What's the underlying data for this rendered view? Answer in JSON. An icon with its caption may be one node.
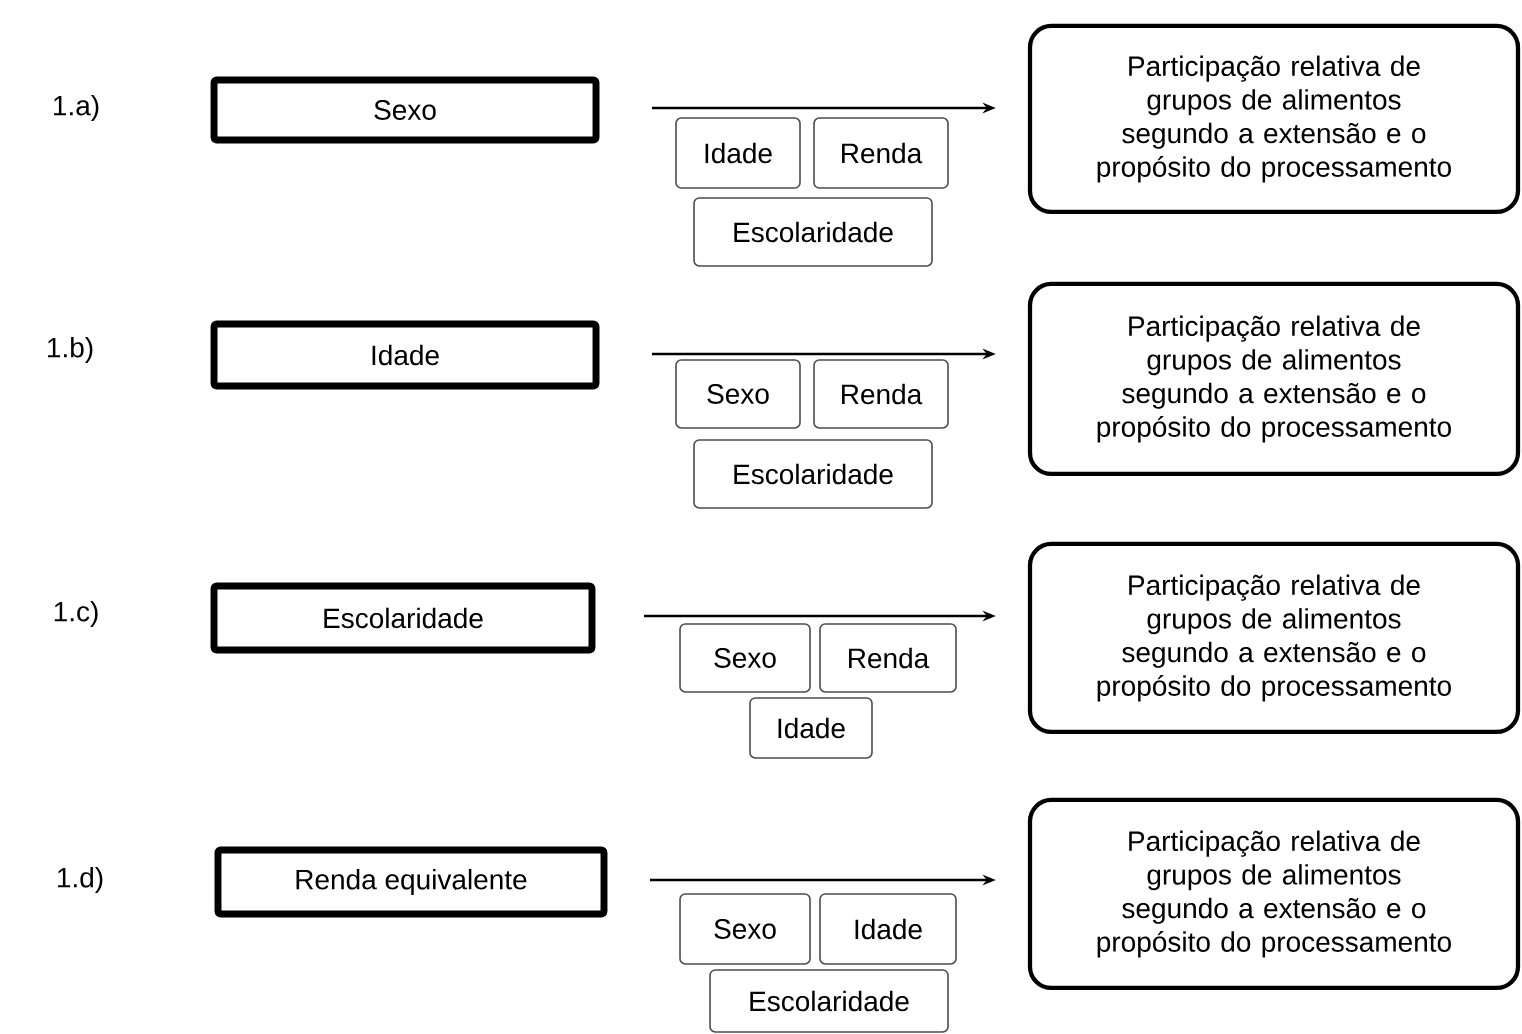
{
  "diagram": {
    "nodes": [
      {
        "text": [
          "Sexo"
        ]
      },
      {
        "text": [
          "Idade"
        ]
      },
      {
        "text": [
          "Renda"
        ]
      },
      {
        "text": [
          "Escolaridade"
        ]
      },
      {
        "text": [
          "Participação relativa de grupos de alimentos segundo a extensão e o propósito do processamento"
        ]
      },
      {
        "text": [
          "Idade"
        ]
      },
      {
        "text": [
          "Sexo"
        ]
      },
      {
        "text": [
          "Renda"
        ]
      },
      {
        "text": [
          "Escolaridade"
        ]
      },
      {
        "text": [
          "Participação relativa de grupos de alimentos segundo a extensão e o propósito do processamento"
        ]
      },
      {
        "text": [
          "Escolaridade"
        ]
      },
      {
        "text": [
          "Sexo"
        ]
      },
      {
        "text": [
          "Renda"
        ]
      },
      {
        "text": [
          "Idade"
        ]
      },
      {
        "text": [
          "Participação relativa de grupos de alimentos segundo a extensão e o propósito do processamento"
        ]
      },
      {
        "text": [
          "Renda equivalente"
        ]
      },
      {
        "text": [
          "Sexo"
        ]
      },
      {
        "text": [
          "Idade"
        ]
      },
      {
        "text": [
          "Escolaridade"
        ]
      },
      {
        "text": [
          "Participação relativa de grupos de alimentos segundo a extensão e o propósito do processamento"
        ]
      }
    ],
    "edges": [
      {
        "from": null,
        "to": 4,
        "arrow": "to"
      },
      {
        "from": null,
        "to": 9,
        "arrow": "to"
      },
      {
        "from": null,
        "to": 14,
        "arrow": "to"
      },
      {
        "from": null,
        "to": 19,
        "arrow": "to"
      }
    ],
    "labels": [
      "1.a)",
      "1.b)",
      "1.c)",
      "1.d)"
    ]
  }
}
